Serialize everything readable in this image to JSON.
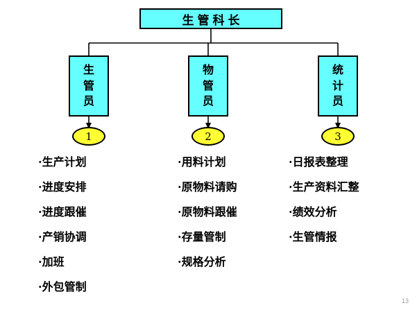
{
  "slide": {
    "page_number": "13",
    "colors": {
      "box_fill": "#66ffff",
      "ellipse_fill": "#ffff33",
      "line": "#000000",
      "page_number": "#9a9a9a"
    }
  },
  "org_chart": {
    "root": {
      "label": "生管科长"
    },
    "nodes": [
      {
        "label": "生\n管\n员",
        "badge": "1",
        "tasks": [
          "·生产计划",
          "·进度安排",
          "·进度跟催",
          "·产销协调",
          "·加班",
          "·外包管制"
        ]
      },
      {
        "label": "物\n管\n员",
        "badge": "2",
        "tasks": [
          "·用料计划",
          "·原物料请购",
          "·原物料跟催",
          "·存量管制",
          "·规格分析"
        ]
      },
      {
        "label": "统\n计\n员",
        "badge": "3",
        "tasks": [
          "·日报表整理",
          "·生产资料汇整",
          "·绩效分析",
          "·生管情报"
        ]
      }
    ]
  }
}
